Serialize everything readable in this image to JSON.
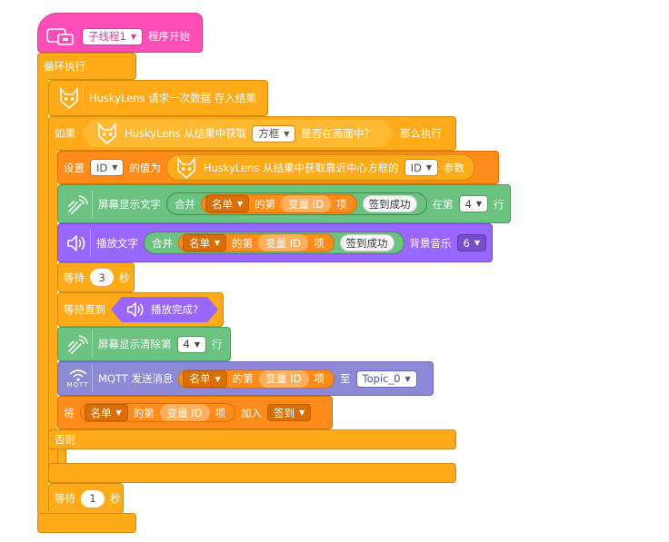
{
  "hat": {
    "dropdown": "子线程1",
    "label": "程序开始"
  },
  "loop": {
    "label": "循环执行"
  },
  "request": {
    "label": "HuskyLens 请求一次数据 存入结果"
  },
  "if": {
    "prefix": "如果",
    "cond_text": "HuskyLens 从结果中获取",
    "cond_dropdown": "方框",
    "cond_suffix": "是否在画面中？",
    "then": "那么执行"
  },
  "set": {
    "label": "设置",
    "var_dropdown": "ID",
    "mid": "的值为",
    "reporter_text": "HuskyLens 从结果中获取靠近中心方框的",
    "reporter_dropdown": "ID",
    "reporter_suffix": "参数"
  },
  "screen": {
    "label": "屏幕显示文字",
    "join": "合并",
    "list": "名单",
    "nth": "的第",
    "var": "变量 ID",
    "item": "项",
    "text": "签到成功",
    "at": "在第",
    "row": "4",
    "row_suffix": "行"
  },
  "play": {
    "label": "播放文字",
    "join": "合并",
    "list": "名单",
    "nth": "的第",
    "var": "变量 ID",
    "item": "项",
    "text": "签到成功",
    "bg": "背景音乐",
    "bg_value": "6"
  },
  "wait1": {
    "label": "等待",
    "value": "3",
    "unit": "秒"
  },
  "waituntil": {
    "label": "等待直到",
    "cond": "播放完成?"
  },
  "clear": {
    "label": "屏幕显示清除第",
    "row": "4",
    "suffix": "行"
  },
  "mqtt": {
    "icon_text": "MQTT",
    "label": "MQTT 发送消息",
    "list": "名单",
    "nth": "的第",
    "var": "变量 ID",
    "item": "项",
    "to": "至",
    "topic": "Topic_0"
  },
  "add": {
    "label": "将",
    "list": "名单",
    "nth": "的第",
    "var": "变量 ID",
    "item": "项",
    "add": "加入",
    "target": "签到"
  },
  "else": {
    "label": "否则"
  },
  "wait2": {
    "label": "等待",
    "value": "1",
    "unit": "秒"
  },
  "colors": {
    "control": "#ffab19",
    "variable": "#ff8c1a",
    "display": "#6bc281",
    "sound": "#9966ff",
    "mqtt": "#8c89d6",
    "event": "#ff4fb6"
  }
}
